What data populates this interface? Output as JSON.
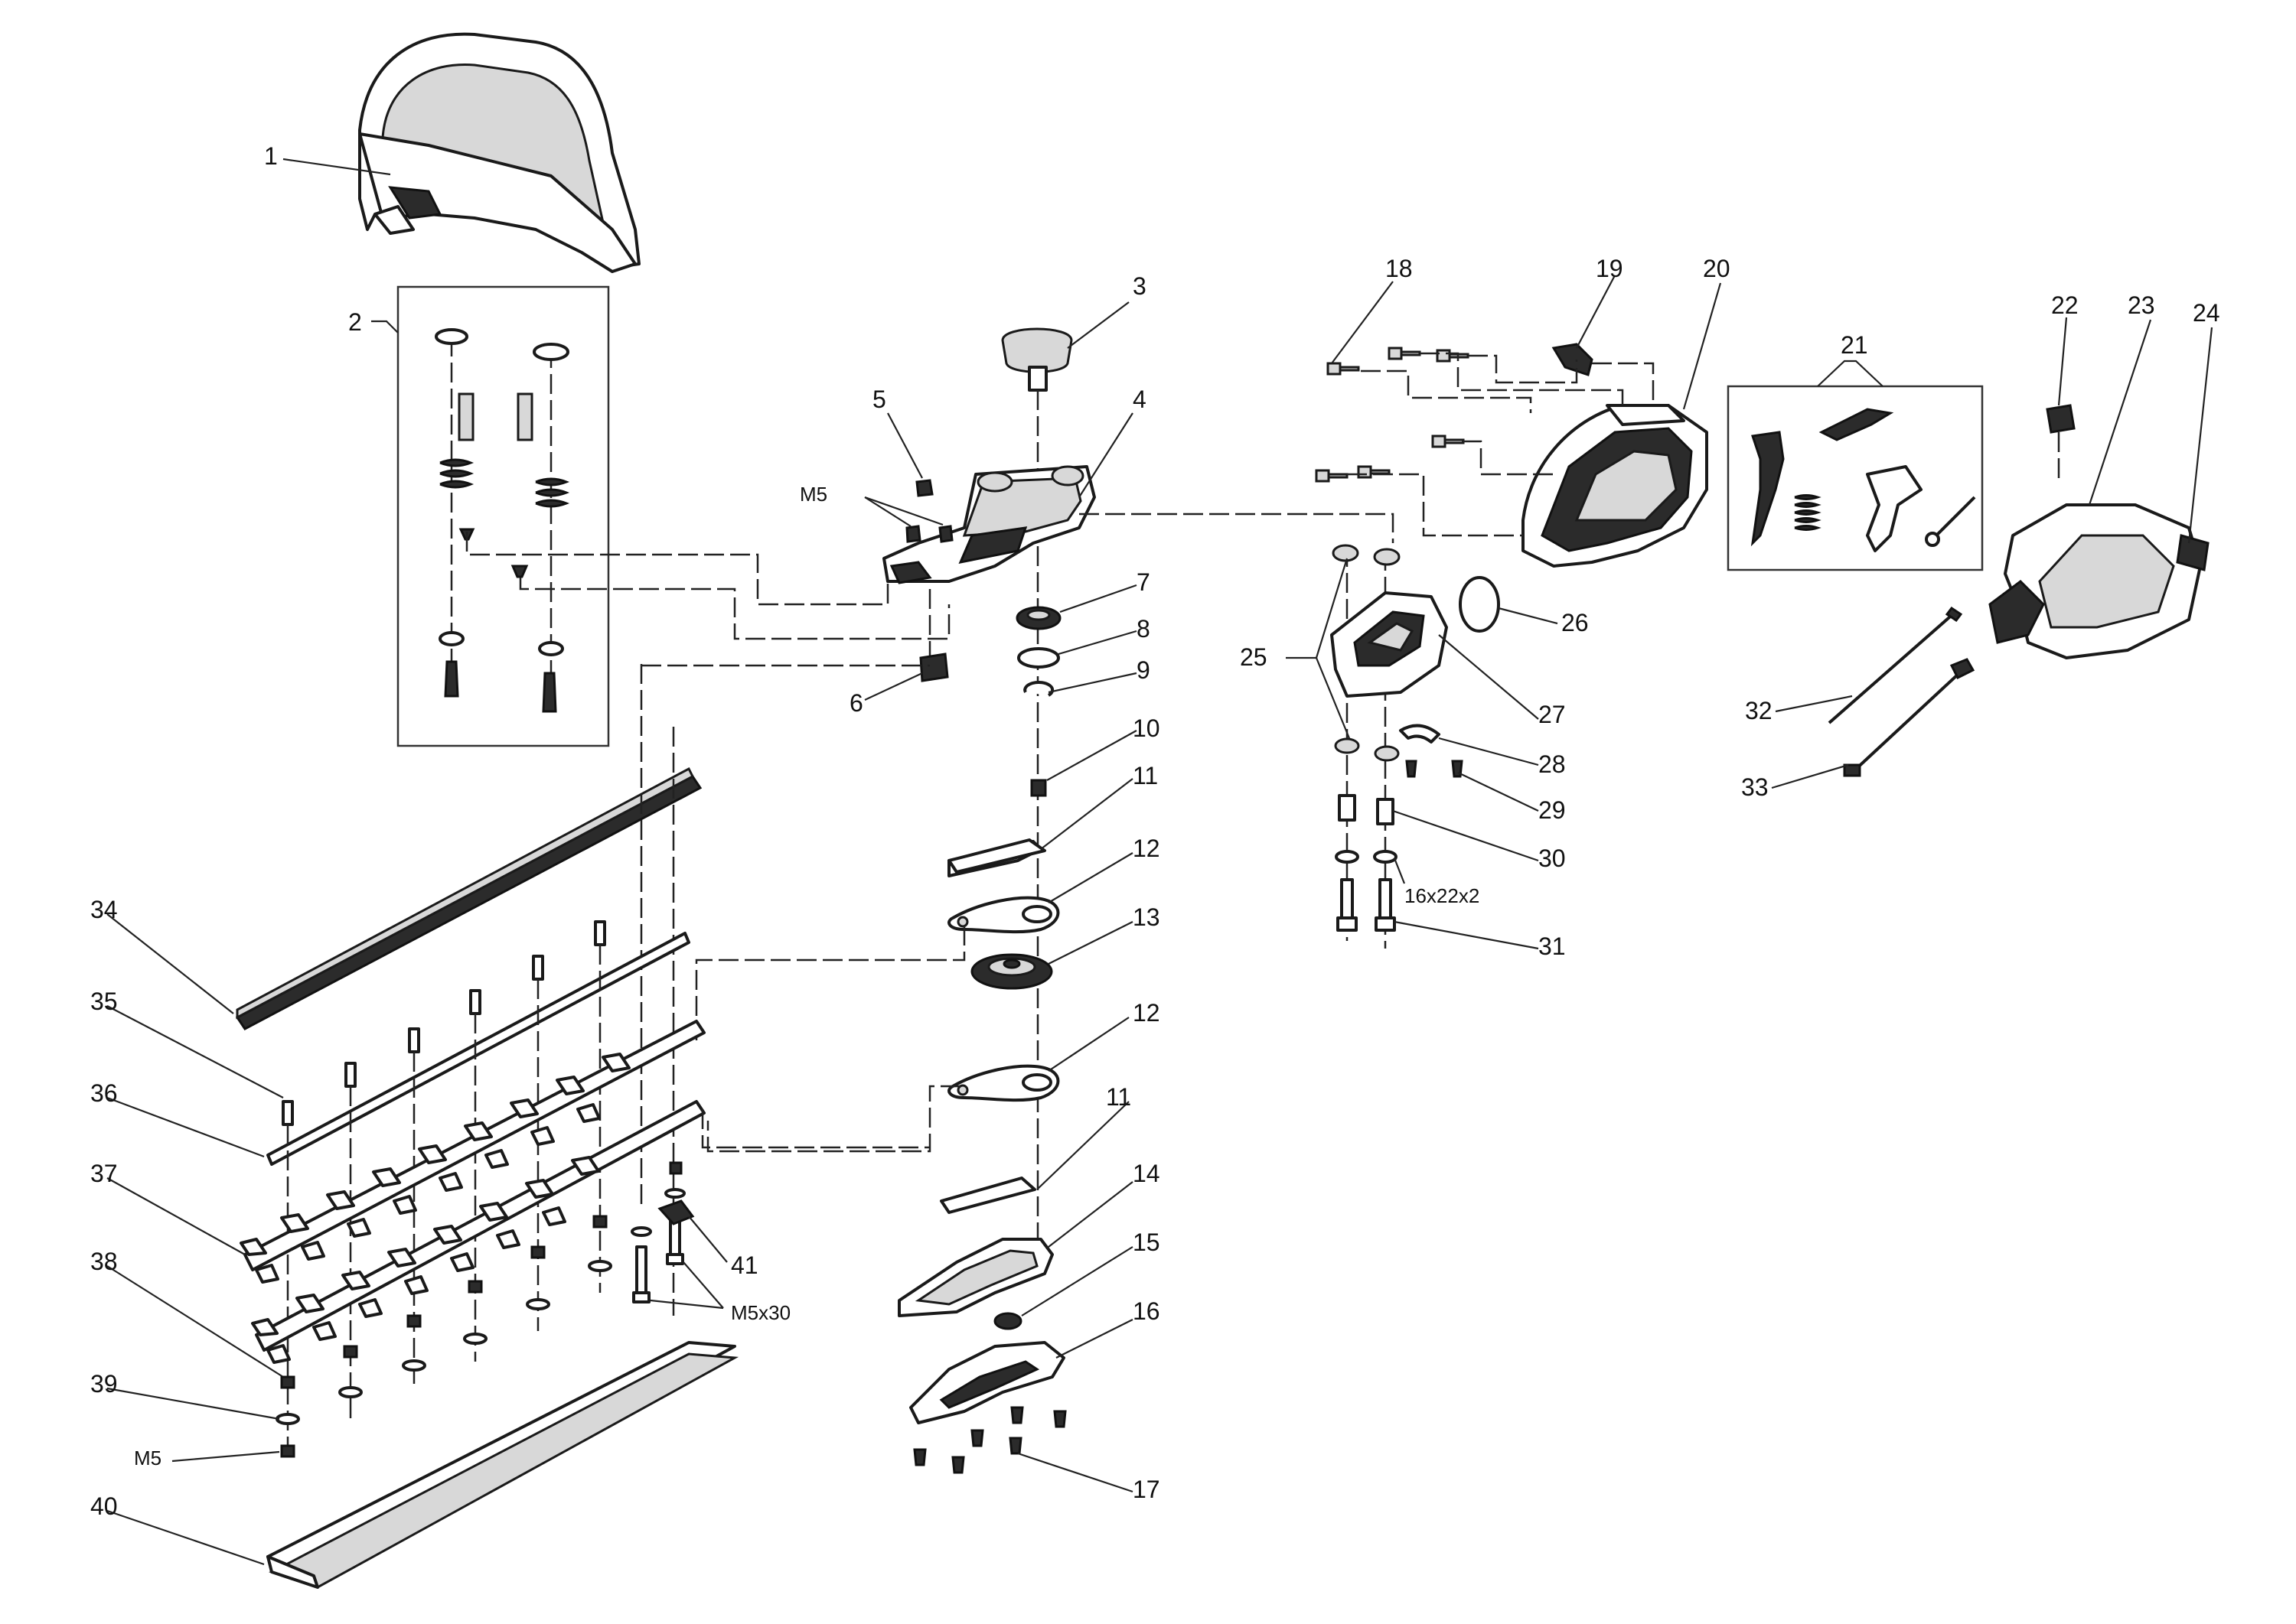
{
  "callouts": {
    "n1": "1",
    "n2": "2",
    "n3": "3",
    "n4": "4",
    "n5": "5",
    "n6": "6",
    "n7": "7",
    "n8": "8",
    "n9": "9",
    "n10": "10",
    "n11a": "11",
    "n11b": "11",
    "n12a": "12",
    "n12b": "12",
    "n13": "13",
    "n14": "14",
    "n15": "15",
    "n16": "16",
    "n17": "17",
    "n18": "18",
    "n19": "19",
    "n20": "20",
    "n21": "21",
    "n22": "22",
    "n23": "23",
    "n24": "24",
    "n25": "25",
    "n26": "26",
    "n27": "27",
    "n28": "28",
    "n29": "29",
    "n30": "30",
    "n31": "31",
    "n32": "32",
    "n33": "33",
    "n34": "34",
    "n35": "35",
    "n36": "36",
    "n37": "37",
    "n38": "38",
    "n39": "39",
    "n40": "40",
    "n41": "41"
  },
  "specs": {
    "m5_top": "M5",
    "m5_bottom": "M5",
    "m5x30": "M5x30",
    "washer_size": "16x22x2"
  }
}
